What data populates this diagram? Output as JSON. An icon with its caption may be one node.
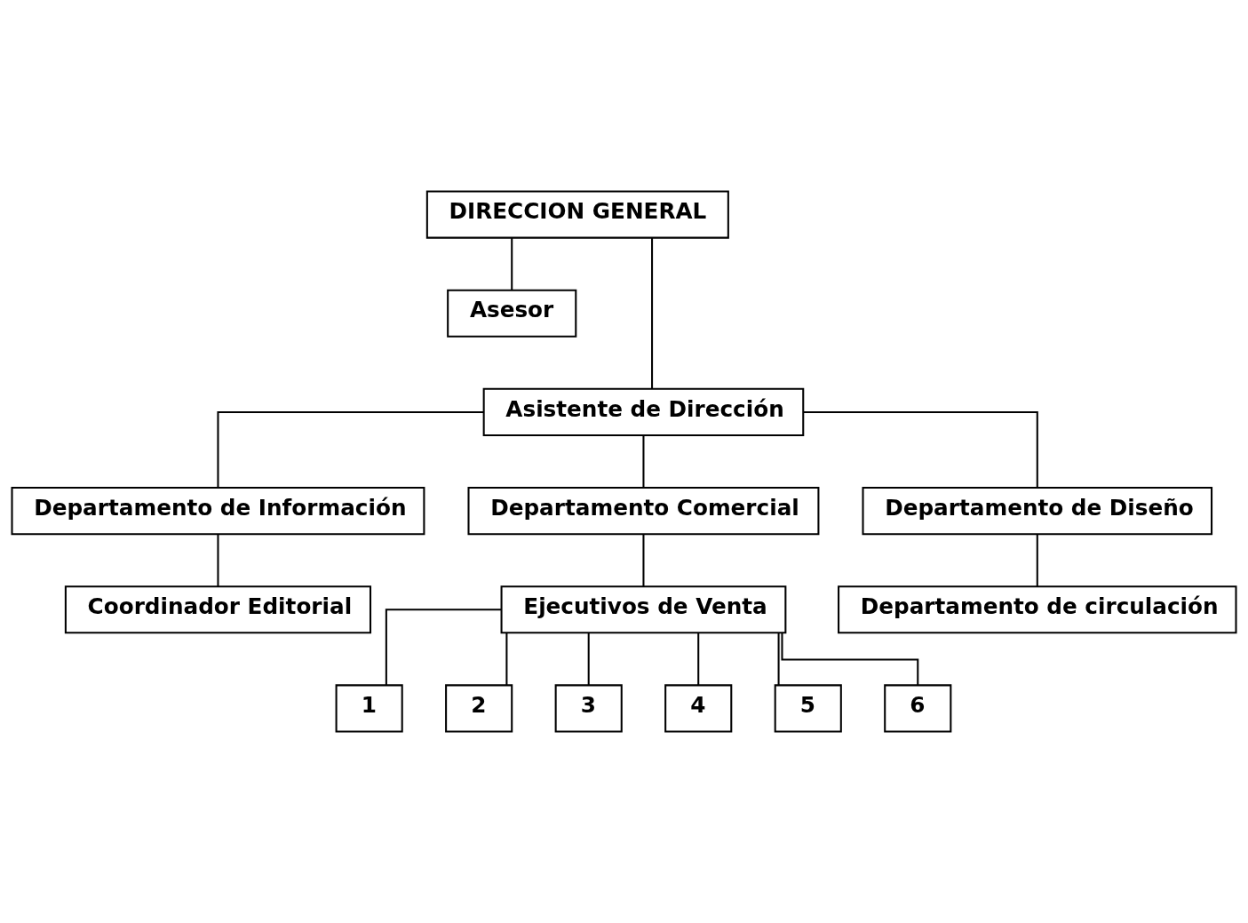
{
  "diagram": {
    "nodes": [
      {
        "text": [
          "DIRECCION GENERAL"
        ]
      },
      {
        "text": [
          "Asesor"
        ]
      },
      {
        "text": [
          "Asistente de Dirección"
        ]
      },
      {
        "text": [
          "Departamento de Información"
        ]
      },
      {
        "text": [
          "Departamento Comercial"
        ]
      },
      {
        "text": [
          "Departamento de Diseño"
        ]
      },
      {
        "text": [
          "Coordinador Editorial"
        ]
      },
      {
        "text": [
          "Ejecutivos de Venta"
        ]
      },
      {
        "text": [
          "Departamento de circulación"
        ]
      },
      {
        "text": [
          "1"
        ]
      },
      {
        "text": [
          "2"
        ]
      },
      {
        "text": [
          "3"
        ]
      },
      {
        "text": [
          "4"
        ]
      },
      {
        "text": [
          "5"
        ]
      },
      {
        "text": [
          "6"
        ]
      }
    ],
    "edges": [
      {
        "from": 0,
        "to": 1,
        "arrow": "none"
      },
      {
        "from": 0,
        "to": 2,
        "arrow": "none"
      },
      {
        "from": 2,
        "to": 3,
        "arrow": "none"
      },
      {
        "from": 2,
        "to": 4,
        "arrow": "none"
      },
      {
        "from": 2,
        "to": 5,
        "arrow": "none"
      },
      {
        "from": 3,
        "to": 6,
        "arrow": "none"
      },
      {
        "from": 4,
        "to": 7,
        "arrow": "none"
      },
      {
        "from": 5,
        "to": 8,
        "arrow": "none"
      },
      {
        "from": 7,
        "to": 9,
        "arrow": "none"
      },
      {
        "from": 7,
        "to": 10,
        "arrow": "none"
      },
      {
        "from": 7,
        "to": 11,
        "arrow": "none"
      },
      {
        "from": 7,
        "to": 12,
        "arrow": "none"
      },
      {
        "from": 7,
        "to": 13,
        "arrow": "none"
      },
      {
        "from": 7,
        "to": 14,
        "arrow": "none"
      }
    ]
  }
}
